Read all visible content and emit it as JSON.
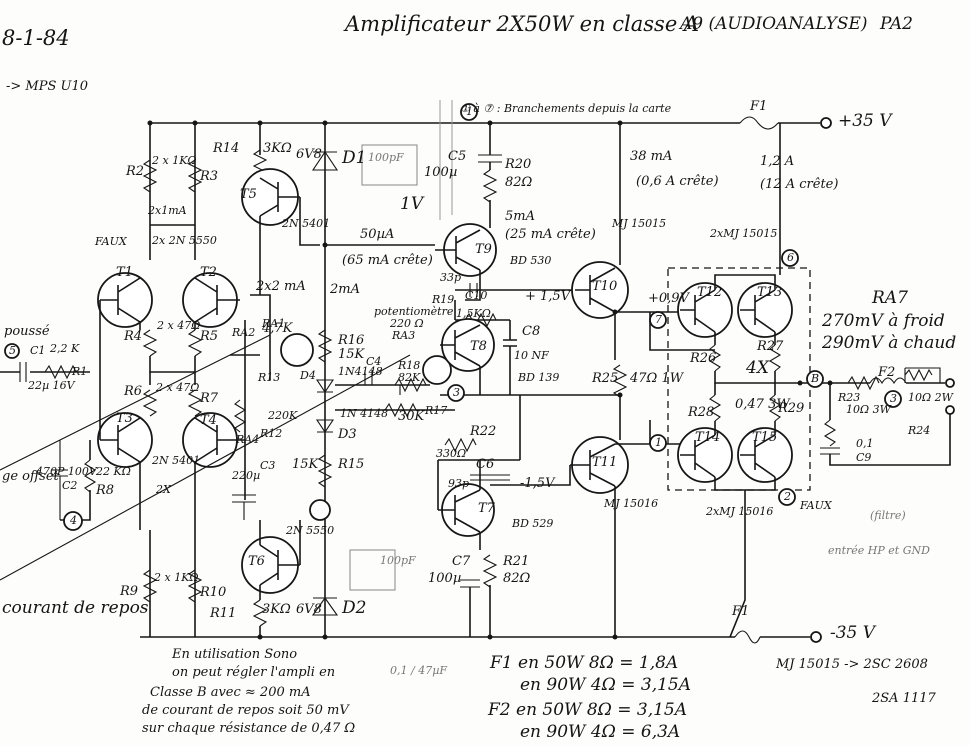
{
  "header": {
    "date": "8-1-84",
    "title": "Amplificateur 2X50W en classe A",
    "subtitle": "A9 (AUDIOANALYSE)",
    "code": "PA2",
    "note_left": "-> MPS U10"
  },
  "supply": {
    "pos": "+35 V",
    "neg": "-35 V",
    "fuse_top": "F1",
    "fuse_bot": "F1",
    "pos_current": "1,2 A",
    "pos_peak": "(12 A crête)",
    "rail_note": "① à ⑦ : Branchements depuis la carte",
    "bias_note": "38 mA",
    "bias_peak": "(0,6 A crête)"
  },
  "components": {
    "R2": "R2",
    "R3": "R3",
    "R2R3_val": "2 x 1KΩ",
    "R2R3_cur": "2x1mA",
    "R14": "R14",
    "R14_val": "3KΩ",
    "D1": "D1",
    "D1_z": "6V8",
    "T5": "T5",
    "T5_type": "2N 5401",
    "C5": "C5",
    "C5_val": "100µ",
    "R20": "R20",
    "R20_val": "82Ω",
    "T9_cur": "5mA",
    "T9_peak": "(25 mA crête)",
    "T9": "T9",
    "T9_type": "BD 530",
    "T1": "T1",
    "T2": "T2",
    "T1T2_type": "2x 2N 5550",
    "faux": "FAUX",
    "R4": "R4",
    "R5": "R5",
    "R4R5_val": "2 x 47Ω",
    "two_by_2mA": "2x2 mA",
    "mA2": "2mA",
    "cur50": "50µA",
    "cur50_peak": "(65 mA crête)",
    "v1": "1V",
    "R16": "R16",
    "R16_val": "15K",
    "pot": "potentiomètre",
    "pot_val": "220 Ω",
    "RA3": "RA3",
    "R19": "R19",
    "R19_val": "1,5KΩ",
    "C10": "C10",
    "C10_val": "33p",
    "T8": "T8",
    "T8_type": "BD 139",
    "C8": "C8",
    "C8_val": "10 NF",
    "v15p": "+ 1,5V",
    "T10": "T10",
    "v09": "+0,9V",
    "mj_top": "MJ 15015",
    "T12": "T12",
    "T13": "T13",
    "T12T13_type": "2xMJ 15015",
    "R25": "R25",
    "R25_val": "47Ω 1W",
    "R26": "R26",
    "R27": "R27",
    "times4": "4X",
    "R28": "R28",
    "R29": "R29",
    "R_emit_val": "0,47 3W",
    "RA1": "RA1",
    "RA1_val": "4,7K",
    "RA2": "RA2",
    "D4": "D4",
    "D4_type": "1N4148",
    "D3_type": "1N 4148",
    "D3": "D3",
    "R17": "R17",
    "R17_val": "30K",
    "R18": "R18",
    "R18_val": "82K",
    "C4": "C4",
    "R13": "R13",
    "R13_val": "220K",
    "R12": "R12",
    "C3": "C3",
    "C3_val": "220µ",
    "R15": "R15",
    "R15_val": "15K",
    "R22": "R22",
    "R22_val": "330Ω",
    "C6": "C6",
    "C6_val": "93p",
    "vm15": "-1,5V",
    "T11": "T11",
    "mj_mid": "MJ 15016",
    "T7": "T7",
    "T7_type": "BD 529",
    "C7": "C7",
    "C7_val": "100µ",
    "R21": "R21",
    "R21_val": "82Ω",
    "T14": "T14",
    "T15": "T15",
    "T14T15_type": "2xMJ 15016",
    "D2": "D2",
    "D2_z": "6V8",
    "R11": "R11",
    "R11_val": "3KΩ",
    "T6": "T6",
    "T6_type": "2N 5550",
    "R9": "R9",
    "R10": "R10",
    "R9R10_val": "2 x 1KΩ",
    "R6": "R6",
    "R7": "R7",
    "R6R7_val": "2 x 47Ω",
    "T3": "T3",
    "T4": "T4",
    "T3T4_type": "2N 5401",
    "T3T4_mult": "2X",
    "R8": "R8",
    "R8_val": "22 KΩ",
    "C2": "C2",
    "C2_val": "470P 100V",
    "C1": "C1",
    "C1_val": "22µ 16V",
    "R1": "R1",
    "R1_val": "2,2 K",
    "RA4": "RA4",
    "R23": "R23",
    "R23_val": "10Ω 3W",
    "C9": "C9",
    "C9_val": "0,1",
    "F2": "F2",
    "R24": "R24",
    "R24_val": "10Ω 2W",
    "RA7": "RA7",
    "ra7_cold": "270mV à froid",
    "ra7_hot": "290mV à chaud",
    "out_note": "(filtre)",
    "c100pF_a": "100pF",
    "c100pF_b": "100pF",
    "cap_val": "0,1 / 47µF",
    "in_label": "poussé",
    "offset_label": "ge offset",
    "repos_label": "courant de repos",
    "entry_note": "entrée HP et GND",
    "faux2": "FAUX"
  },
  "markers": {
    "m1": "1",
    "m2": "2",
    "m3": "3",
    "m4": "4",
    "m5": "5",
    "m6": "6",
    "m7": "7",
    "mB": "B"
  },
  "notes": {
    "sono1": "En utilisation Sono",
    "sono2": "on peut régler l'ampli en",
    "sono3": "Classe B avec ≈ 200 mA",
    "sono4": "de courant de repos soit 50 mV",
    "sono5": "sur chaque résistance de 0,47 Ω",
    "f1_50": "F1 en 50W  8Ω = 1,8A",
    "f1_90": "en 90W  4Ω = 3,15A",
    "f2_50": "F2 en 50W  8Ω = 3,15A",
    "f2_90": "en 90W  4Ω = 6,3A",
    "equiv": "MJ 15015 -> 2SC 2608",
    "equiv2": "2SA 1117"
  }
}
